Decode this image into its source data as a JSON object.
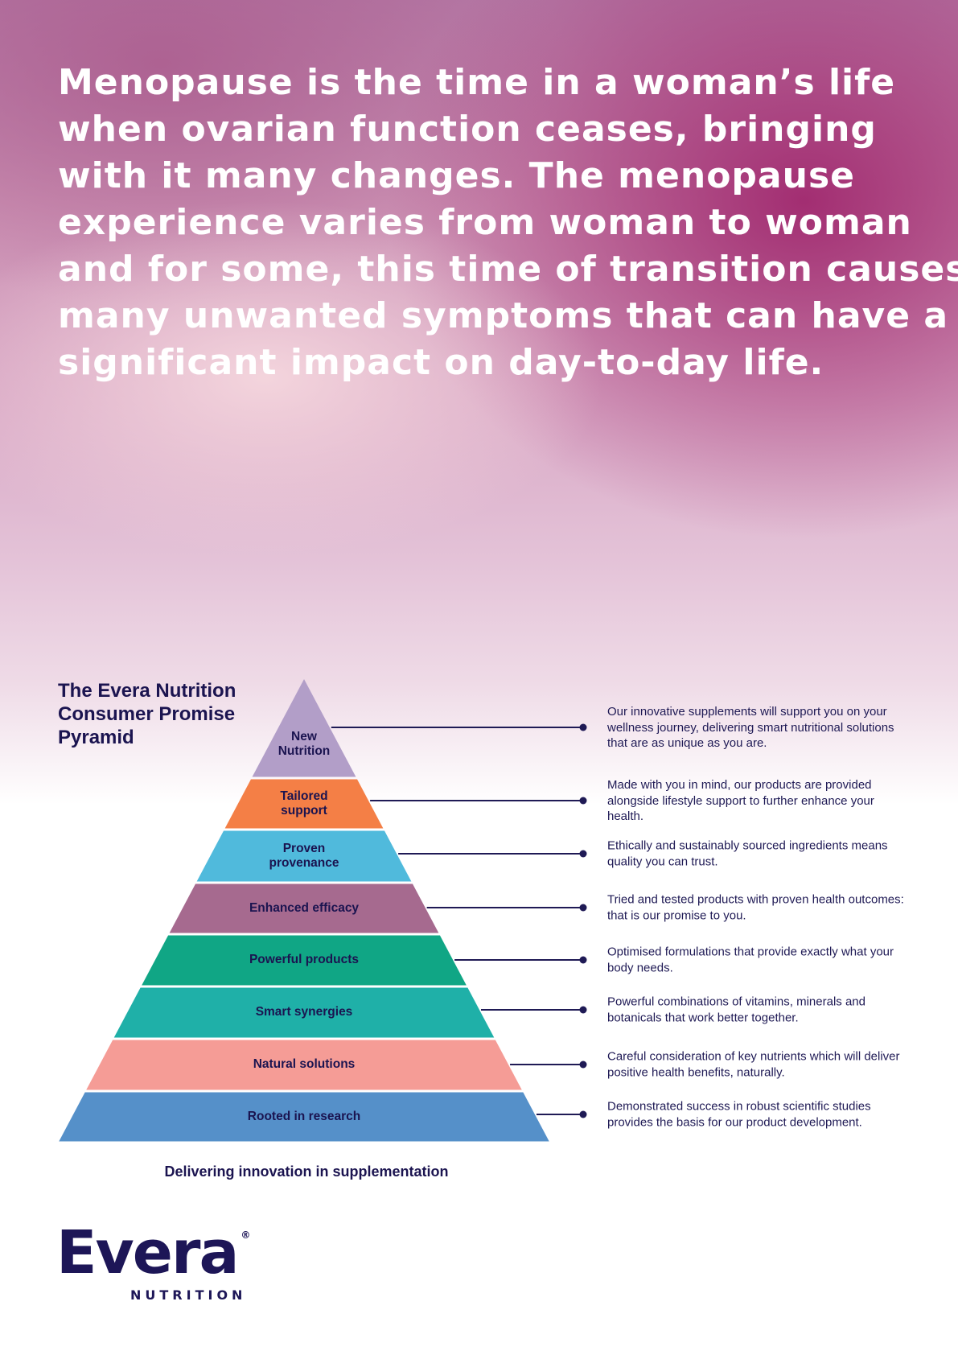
{
  "headline": {
    "lines": [
      "Menopause is the time in a woman’s life",
      "when ovarian function ceases, bringing",
      "with it many changes. The menopause",
      "experience varies from woman to woman",
      "and for some, this time of transition causes",
      "many unwanted symptoms that can have a",
      "significant impact on day-to-day life."
    ]
  },
  "pyramid": {
    "title_lines": [
      "The Evera Nutrition",
      "Consumer Promise",
      "Pyramid"
    ],
    "layers": [
      {
        "label_lines": [
          "New",
          "Nutrition"
        ],
        "color": "#b29ec8",
        "description": "Our innovative supplements will support you on your wellness journey, delivering smart nutritional solutions that are as unique as you are."
      },
      {
        "label_lines": [
          "Tailored",
          "support"
        ],
        "color": "#f47f46",
        "description": "Made with you in mind, our products are provided alongside lifestyle support to further enhance your health."
      },
      {
        "label_lines": [
          "Proven",
          "provenance"
        ],
        "color": "#50badc",
        "description": "Ethically and sustainably sourced ingredients means quality you can trust."
      },
      {
        "label_lines": [
          "Enhanced efficacy"
        ],
        "color": "#a66a8f",
        "description": "Tried and tested products with proven health outcomes: that is our promise to you."
      },
      {
        "label_lines": [
          "Powerful products"
        ],
        "color": "#10a685",
        "description": "Optimised formulations that provide exactly what your body needs."
      },
      {
        "label_lines": [
          "Smart synergies"
        ],
        "color": "#1fb0a8",
        "description": "Powerful combinations of vitamins, minerals and botanicals that work better together."
      },
      {
        "label_lines": [
          "Natural solutions"
        ],
        "color": "#f59c96",
        "description": "Careful consideration of key nutrients which will deliver positive health benefits, naturally."
      },
      {
        "label_lines": [
          "Rooted in research"
        ],
        "color": "#5590c9",
        "description": "Demonstrated success in robust scientific studies provides the basis for our product development."
      }
    ],
    "tagline": "Delivering innovation in supplementation"
  },
  "logo": {
    "word": "Evera",
    "registered": "®",
    "subtitle": "NUTRITION"
  },
  "colors": {
    "navy": "#1b1450",
    "line": "#1f1a55"
  }
}
